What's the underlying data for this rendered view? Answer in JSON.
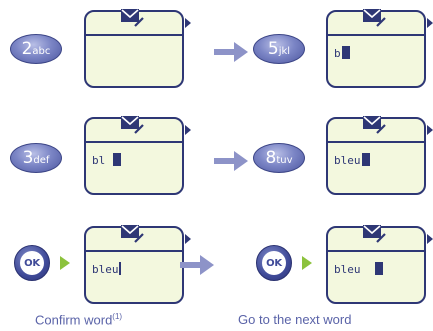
{
  "rows": [
    {
      "left_key": {
        "type": "oval",
        "digit": "2",
        "letters": "abc"
      },
      "left_screen": {
        "text": "",
        "cursor": "none"
      },
      "right_key": {
        "type": "oval",
        "digit": "5",
        "letters": "jkl"
      },
      "right_screen": {
        "text": "b",
        "cursor": "block"
      }
    },
    {
      "left_key": {
        "type": "oval",
        "digit": "3",
        "letters": "def"
      },
      "left_screen": {
        "text": "bl ",
        "cursor": "block"
      },
      "right_key": {
        "type": "oval",
        "digit": "8",
        "letters": "tuv"
      },
      "right_screen": {
        "text": "bleu",
        "cursor": "block"
      }
    },
    {
      "left_key": {
        "type": "ok",
        "label": "OK"
      },
      "left_screen": {
        "text": "bleu",
        "cursor": "bar"
      },
      "right_key": {
        "type": "ok",
        "label": "OK"
      },
      "right_screen": {
        "text": "bleu  ",
        "cursor": "block"
      }
    }
  ],
  "captions": {
    "confirm": "Confirm word",
    "confirm_note": "(1)",
    "next": "Go to the next word"
  },
  "icons": {
    "screen_header": "envelope-pen-icon",
    "flow": "arrow-right-icon",
    "play": "play-triangle-icon"
  },
  "colors": {
    "key_blue": "#4b559e",
    "screen_bg": "#f3f8de",
    "screen_border": "#2e3775",
    "arrow": "#8d93c8",
    "triangle_green": "#8cc23c",
    "caption": "#5a63a8"
  }
}
